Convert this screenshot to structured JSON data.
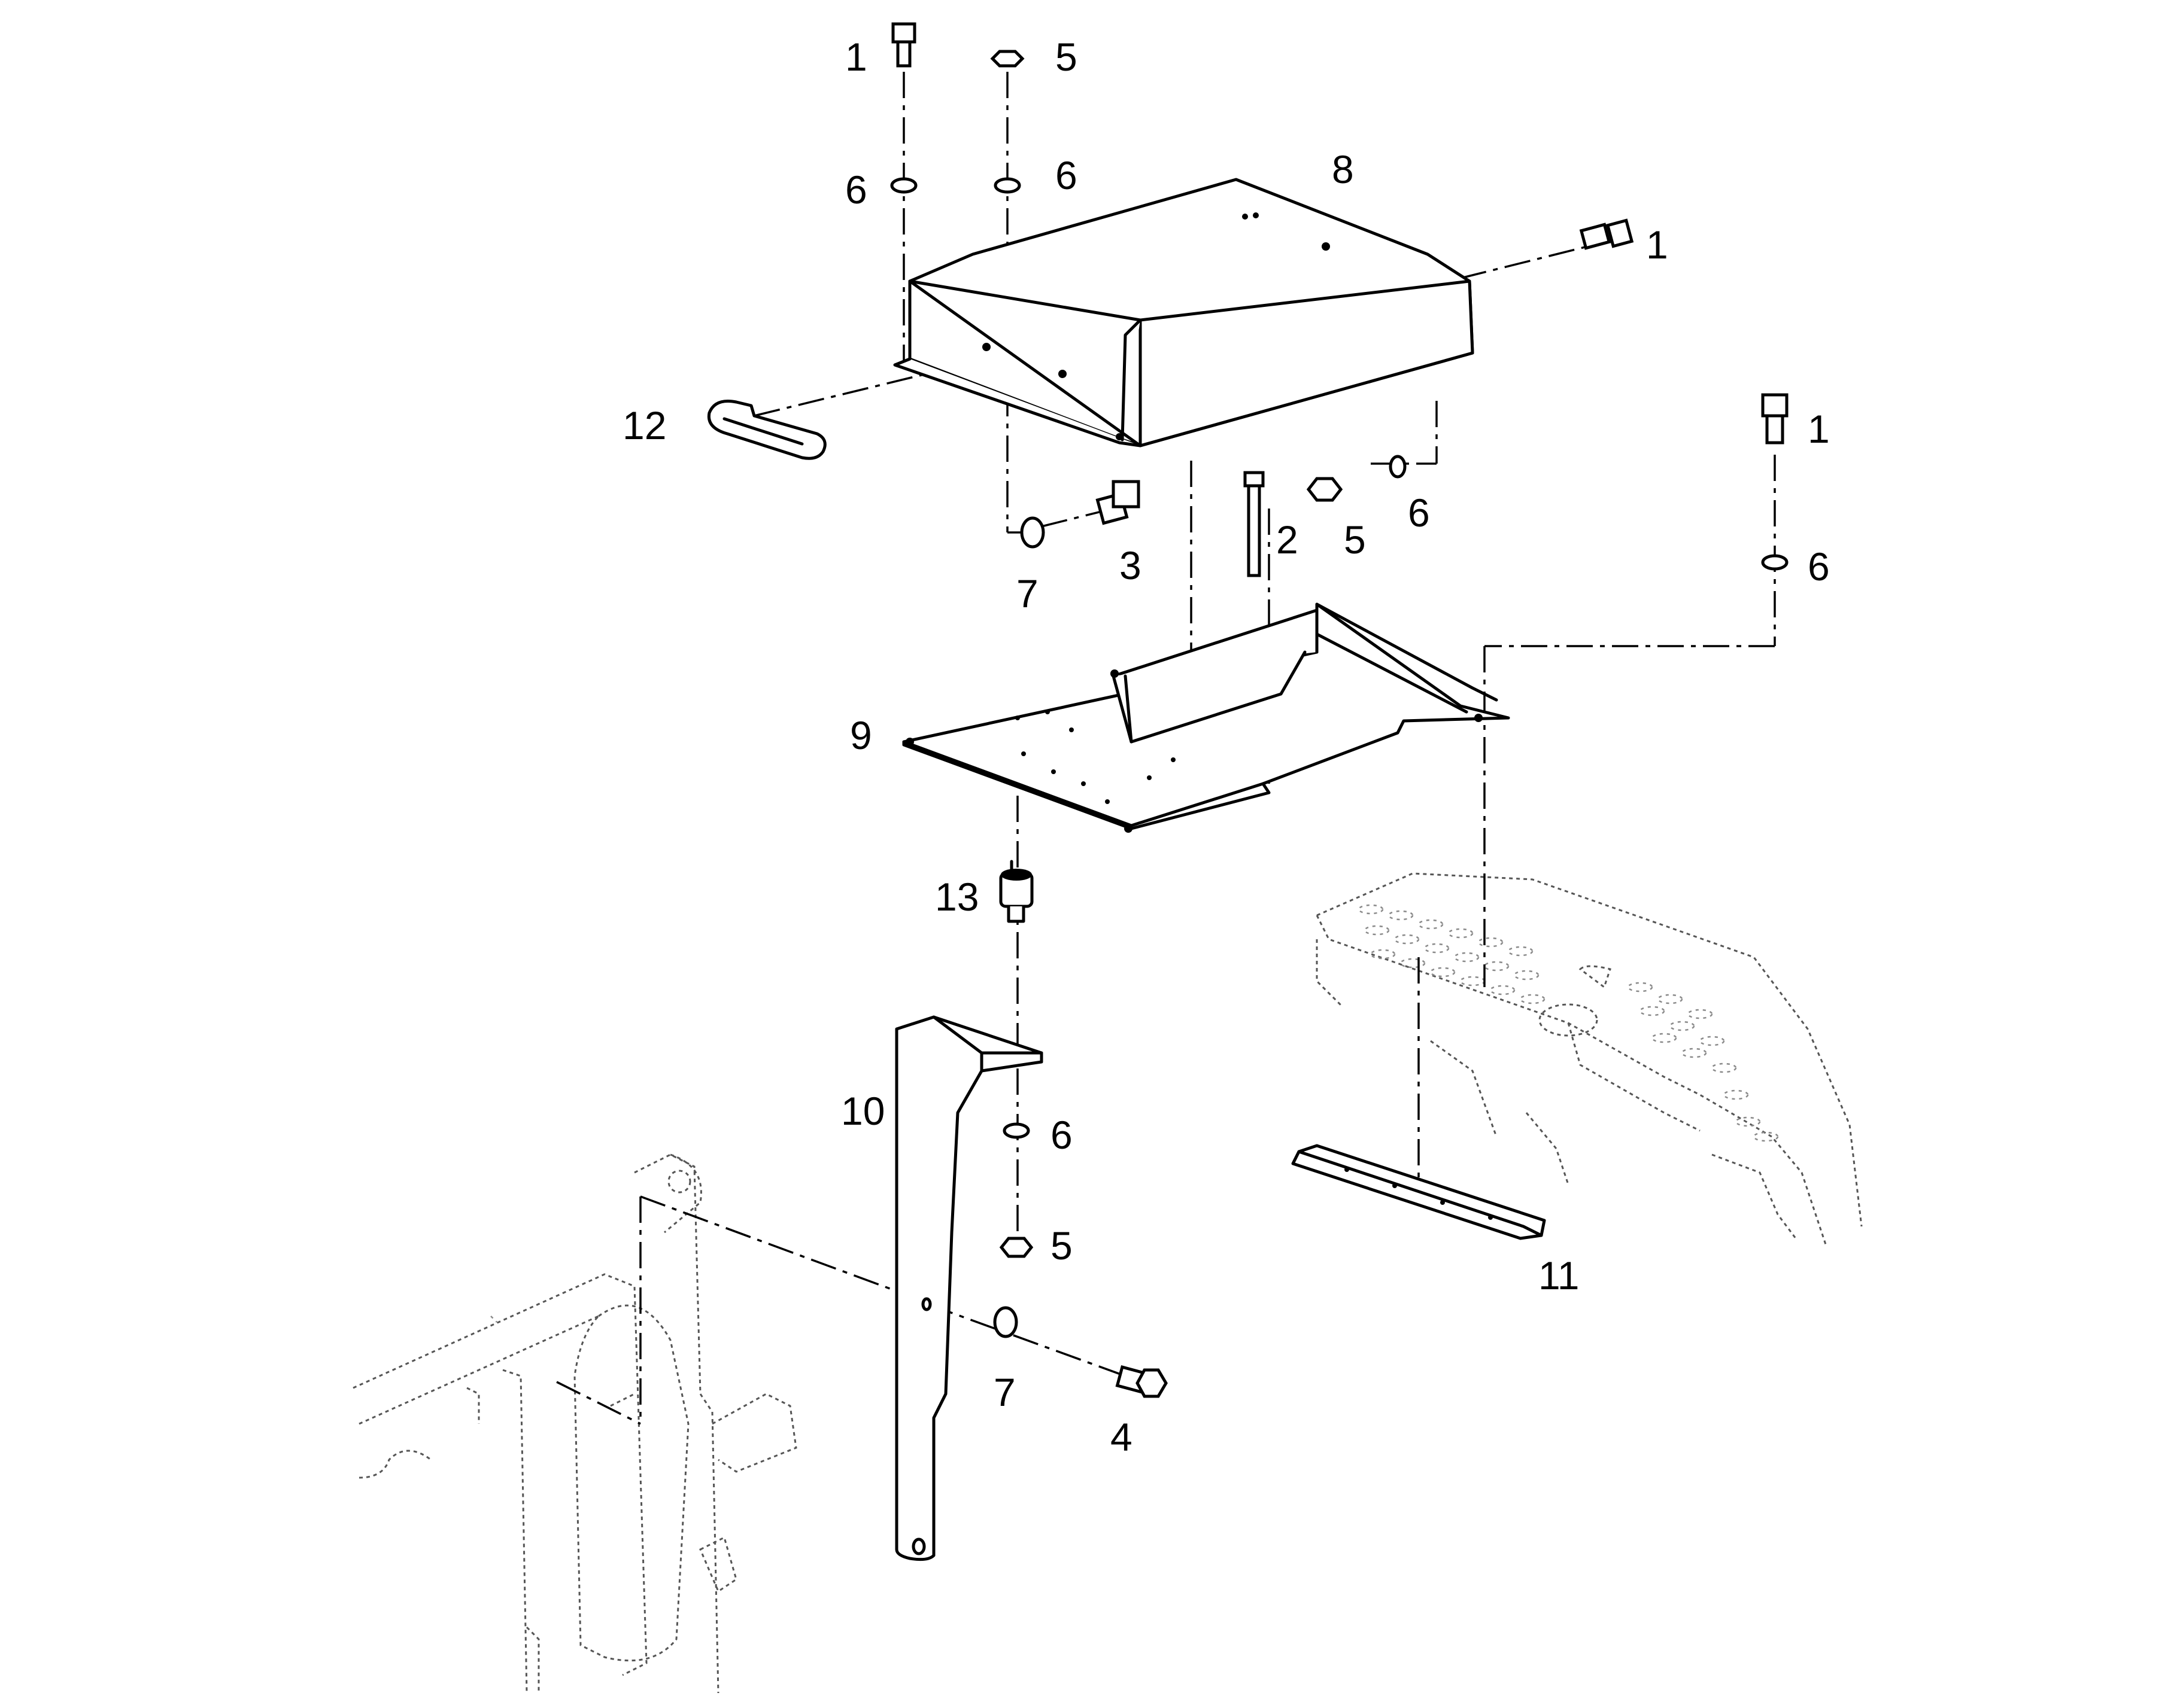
{
  "diagram": {
    "callouts": [
      {
        "id": "c1a",
        "text": "1"
      },
      {
        "id": "c5a",
        "text": "5"
      },
      {
        "id": "c6a",
        "text": "6"
      },
      {
        "id": "c6b",
        "text": "6"
      },
      {
        "id": "c8",
        "text": "8"
      },
      {
        "id": "c1b",
        "text": "1"
      },
      {
        "id": "c12",
        "text": "12"
      },
      {
        "id": "c1c",
        "text": "1"
      },
      {
        "id": "c2",
        "text": "2"
      },
      {
        "id": "c5b",
        "text": "5"
      },
      {
        "id": "c6c",
        "text": "6"
      },
      {
        "id": "c6d",
        "text": "6"
      },
      {
        "id": "c3",
        "text": "3"
      },
      {
        "id": "c7a",
        "text": "7"
      },
      {
        "id": "c9",
        "text": "9"
      },
      {
        "id": "c13",
        "text": "13"
      },
      {
        "id": "c10",
        "text": "10"
      },
      {
        "id": "c6e",
        "text": "6"
      },
      {
        "id": "c5c",
        "text": "5"
      },
      {
        "id": "c7b",
        "text": "7"
      },
      {
        "id": "c4",
        "text": "4"
      },
      {
        "id": "c11",
        "text": "11"
      }
    ]
  }
}
